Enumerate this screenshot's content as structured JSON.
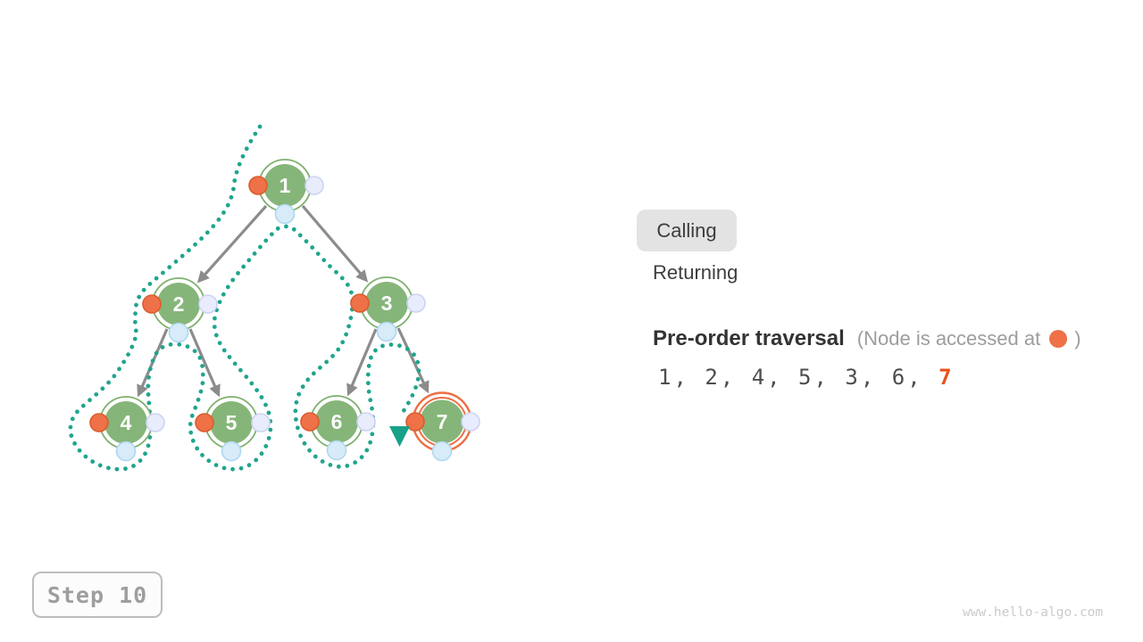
{
  "tree": {
    "nodes": [
      {
        "label": "1"
      },
      {
        "label": "2"
      },
      {
        "label": "3"
      },
      {
        "label": "4"
      },
      {
        "label": "5"
      },
      {
        "label": "6"
      },
      {
        "label": "7"
      }
    ],
    "edges": [
      "1-2",
      "1-3",
      "2-4",
      "2-5",
      "3-6",
      "3-7"
    ],
    "highlighted_node": "7",
    "pointer_at_node": "7"
  },
  "legend": {
    "calling_label": "Calling",
    "returning_label": "Returning",
    "active_state": "Calling"
  },
  "traversal": {
    "title": "Pre-order traversal",
    "note_open": "(Node is accessed at",
    "note_close": ")",
    "visited_text": "1, 2, 4, 5, 3, 6, ",
    "current": "7",
    "sequence": [
      1,
      2,
      4,
      5,
      3,
      6,
      7
    ]
  },
  "step": {
    "label": "Step 10"
  },
  "watermark": "www.hello-algo.com",
  "colors": {
    "node_green": "#86b579",
    "node_ring_green": "#7eb06e",
    "access_orange": "#ee7148",
    "highlight_ring_orange": "#ed6e44",
    "path_teal": "#1fa58c",
    "edge_gray": "#8c8c8c",
    "return_dot_lavender": "#e9ecfc",
    "bottom_dot_blue": "#d7ebf9",
    "current_sequence_orange": "#e8521c"
  }
}
